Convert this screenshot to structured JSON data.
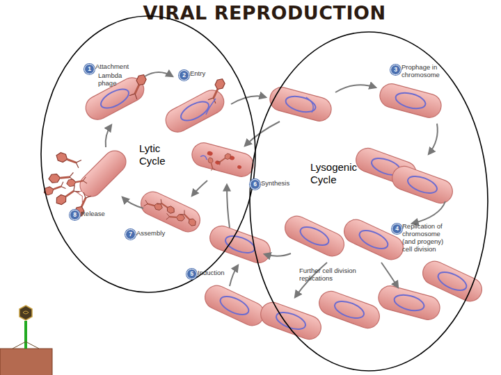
{
  "diagram": {
    "title": "VIRAL REPRODUCTION",
    "nodes": [
      {
        "text": [
          "Lytic Cycle"
        ]
      },
      {
        "text": [
          "Lysogenic Cycle"
        ]
      }
    ],
    "labels": [
      "1",
      "Attachment",
      "Lambda phage",
      "2",
      "Entry",
      "3",
      "Prophage in chromosome",
      "6",
      "Synthesis",
      "4",
      "Replication of chromosome (and progeny) cell division",
      "8",
      "Release",
      "7",
      "Assembly",
      "5",
      "Induction",
      "Further cell division replications"
    ]
  }
}
